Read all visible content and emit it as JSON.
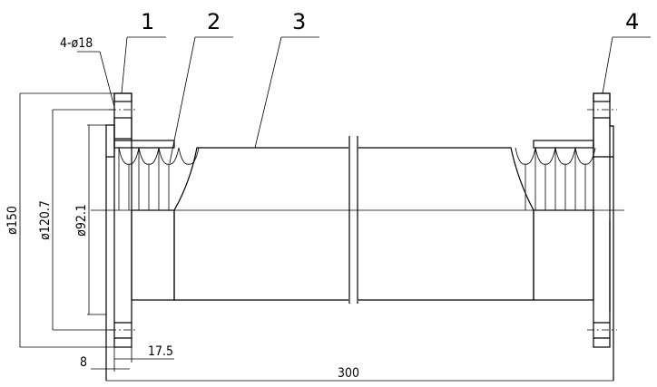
{
  "part_labels": [
    "1",
    "2",
    "3",
    "4"
  ],
  "hole_callout": "4-ø18",
  "dimensions": {
    "flange_od": "ø150",
    "bolt_circle": "ø120.7",
    "neck_od": "ø92.1",
    "flange_thickness": "17.5",
    "offset": "8",
    "overall_length": "300"
  }
}
